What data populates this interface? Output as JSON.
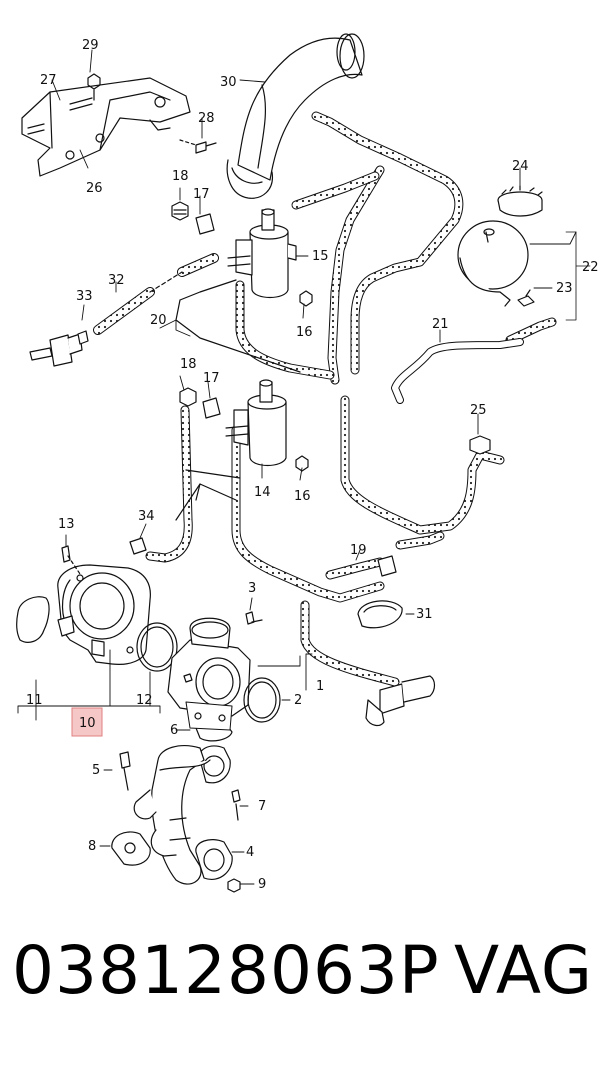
{
  "callouts": {
    "c1": "1",
    "c2": "2",
    "c3": "3",
    "c4": "4",
    "c5": "5",
    "c6": "6",
    "c7": "7",
    "c8": "8",
    "c9": "9",
    "c10": "10",
    "c11": "11",
    "c12": "12",
    "c13": "13",
    "c14": "14",
    "c15": "15",
    "c16a": "16",
    "c16b": "16",
    "c17a": "17",
    "c17b": "17",
    "c18a": "18",
    "c18b": "18",
    "c19": "19",
    "c20": "20",
    "c21": "21",
    "c22": "22",
    "c23": "23",
    "c24": "24",
    "c25": "25",
    "c26": "26",
    "c27": "27",
    "c28": "28",
    "c29": "29",
    "c30": "30",
    "c31": "31",
    "c32": "32",
    "c33": "33",
    "c34": "34"
  },
  "highlight": {
    "callout": "10",
    "color": "#f6c7c7",
    "border": "#e08080"
  },
  "footer": {
    "part_number": "038128063P",
    "brand": "VAG"
  }
}
